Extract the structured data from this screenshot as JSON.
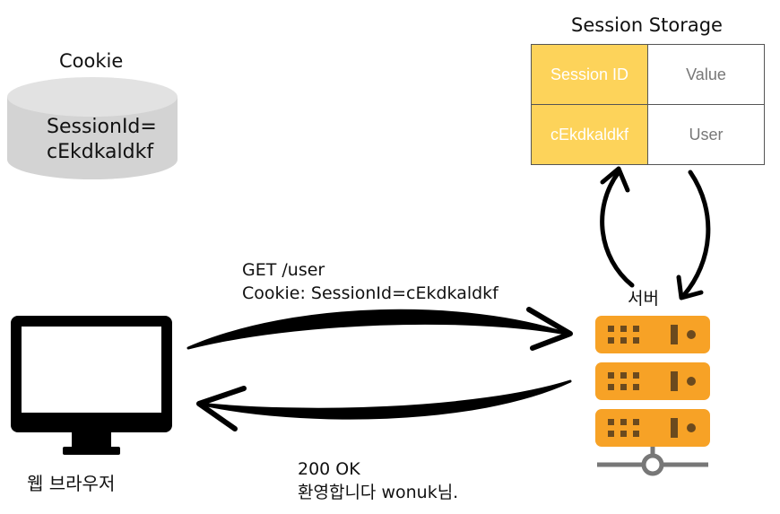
{
  "cookie": {
    "title": "Cookie",
    "content_line1": "SessionId=",
    "content_line2": "cEkdkaldkf"
  },
  "session_storage": {
    "title": "Session Storage",
    "header": {
      "key": "Session ID",
      "value": "Value"
    },
    "row": {
      "key": "cEkdkaldkf",
      "value": "User"
    }
  },
  "request": {
    "line1": "GET /user",
    "line2": "Cookie: SessionId=cEkdkaldkf"
  },
  "response": {
    "line1": "200 OK",
    "line2": "환영합니다 wonuk님."
  },
  "server": {
    "label": "서버"
  },
  "browser": {
    "label": "웹 브라우저"
  },
  "colors": {
    "accent": "#fdd35a",
    "server_orange": "#f7a226",
    "server_slot": "#6b4a1e",
    "cylinder": "#d3d3d3",
    "stroke": "#000000"
  }
}
